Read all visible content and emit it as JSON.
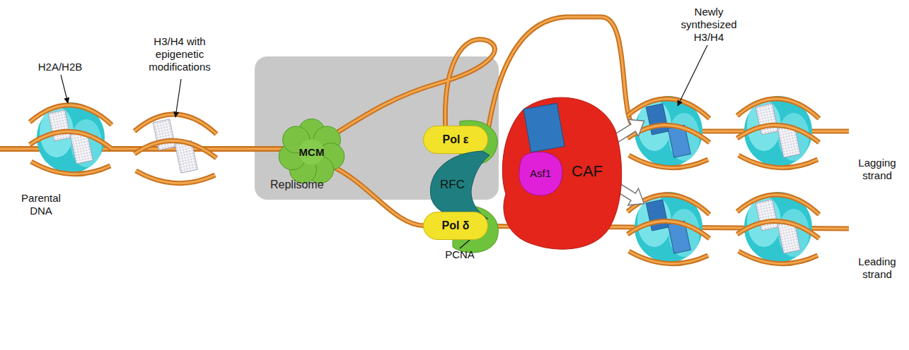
{
  "diagram": {
    "nodes": [
      {
        "text": [
          "Replisome"
        ]
      },
      {
        "text": [
          "MCM"
        ],
        "in": 0
      },
      {
        "text": [
          "Pol ε"
        ],
        "in": 0
      },
      {
        "text": [
          "RFC"
        ]
      },
      {
        "text": [
          "Pol δ"
        ]
      },
      {
        "text": [
          "CAF"
        ]
      },
      {
        "text": [
          "Asf1"
        ],
        "in": 5
      }
    ],
    "labels": [
      "H2A/H2B",
      "H3/H4 with epigenetic modifications",
      "Parental DNA",
      "Newly synthesized H3/H4",
      "Lagging strand",
      "Leading strand",
      "PCNA"
    ]
  }
}
